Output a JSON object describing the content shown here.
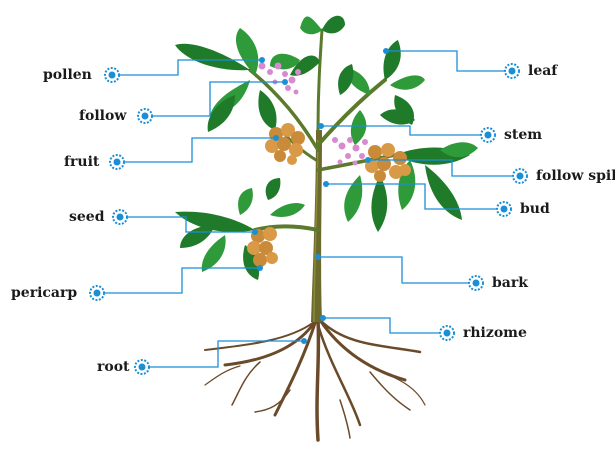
{
  "diagram": {
    "colors": {
      "leader": "#1b8fd6",
      "leaf_dark": "#1f7a2a",
      "leaf_mid": "#2f9a3a",
      "leaf_light": "#5cbf5a",
      "stem": "#5b7a2c",
      "trunk": "#6b5a2a",
      "fruit": "#c98a3a",
      "fruit_light": "#e6b36a",
      "flower": "#d88ad0",
      "root": "#6b4a2a"
    },
    "labels": {
      "pollen": "pollen",
      "follow": "follow",
      "fruit": "fruit",
      "seed": "seed",
      "pericarp": "pericarp",
      "root": "root",
      "leaf": "leaf",
      "stem": "stem",
      "follow_spikes": "follow spikes",
      "bud": "bud",
      "bark": "bark",
      "rhizome": "rhizome"
    }
  }
}
